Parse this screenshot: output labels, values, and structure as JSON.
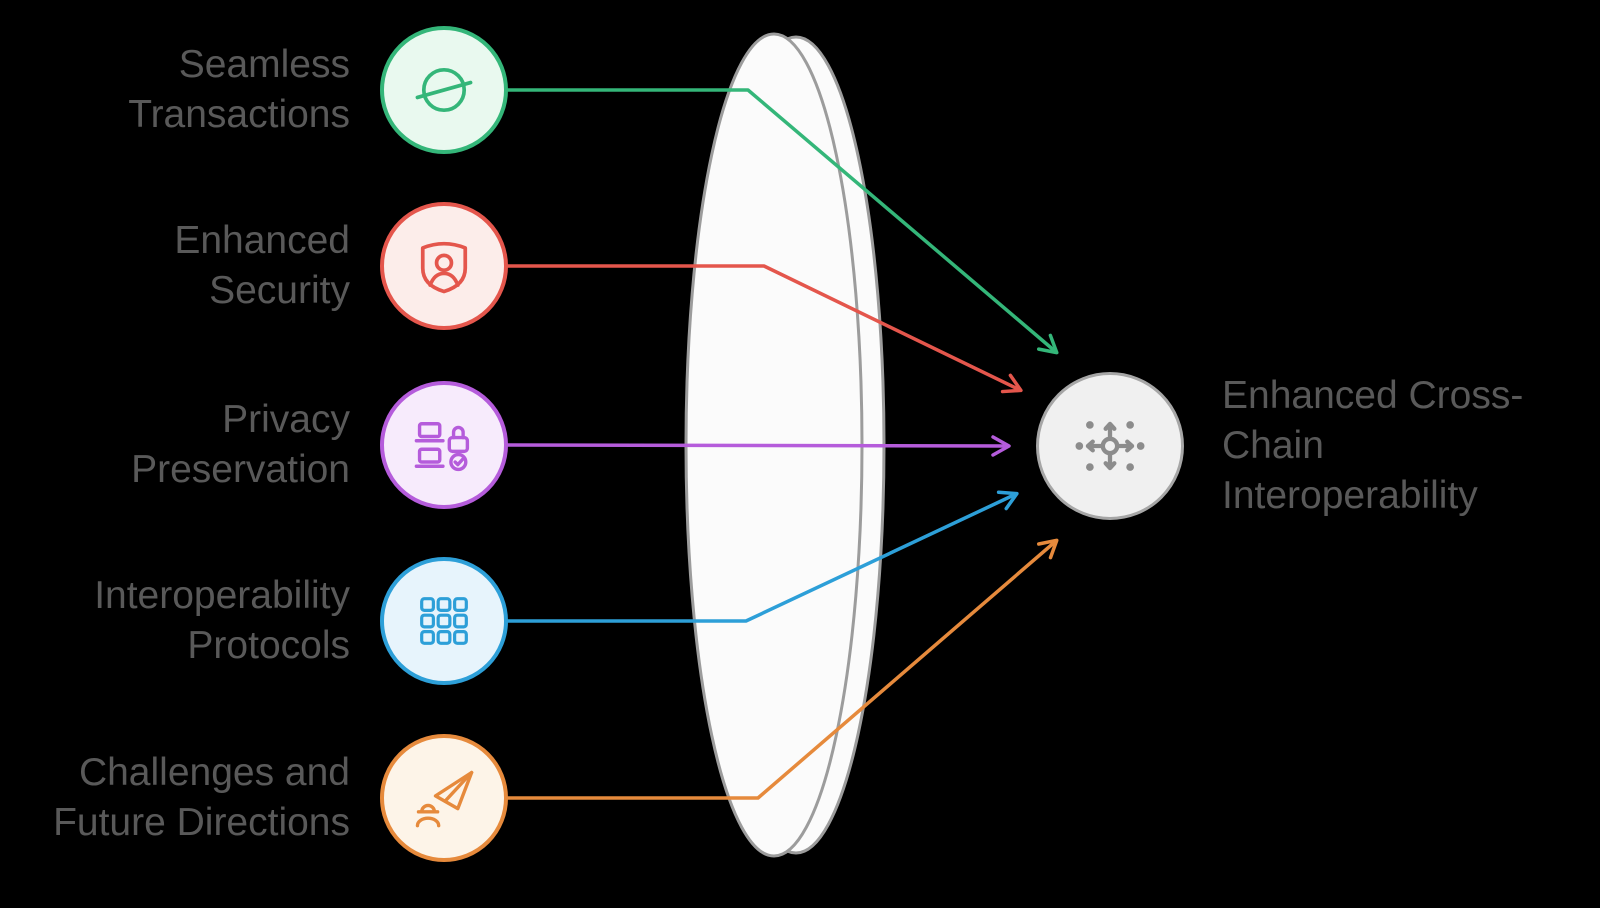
{
  "diagram": {
    "background": "#000000",
    "text_color": "#595959",
    "items": [
      {
        "label": "Seamless\nTransactions",
        "icon": "stellar-icon",
        "color": "#34B679",
        "bg": "#E9F9EF"
      },
      {
        "label": "Enhanced\nSecurity",
        "icon": "shield-user-icon",
        "color": "#E4564C",
        "bg": "#FCEDEA"
      },
      {
        "label": "Privacy\nPreservation",
        "icon": "devices-lock-icon",
        "color": "#B55CDB",
        "bg": "#F7EBFC"
      },
      {
        "label": "Interoperability\nProtocols",
        "icon": "blocks-grid-icon",
        "color": "#2D9FD8",
        "bg": "#E7F4FC"
      },
      {
        "label": "Challenges and\nFuture Directions",
        "icon": "paper-plane-user-icon",
        "color": "#E68A3C",
        "bg": "#FDF4E8"
      }
    ],
    "lens": {
      "fill": "#FBFBFB",
      "stroke": "#9C9C9C"
    },
    "hub": {
      "label": "Enhanced Cross-\nChain\nInteroperability",
      "icon": "network-hub-icon",
      "circle_fill": "#F0F0F0",
      "circle_stroke": "#A6A6A6",
      "icon_color": "#8C8C8C"
    }
  }
}
